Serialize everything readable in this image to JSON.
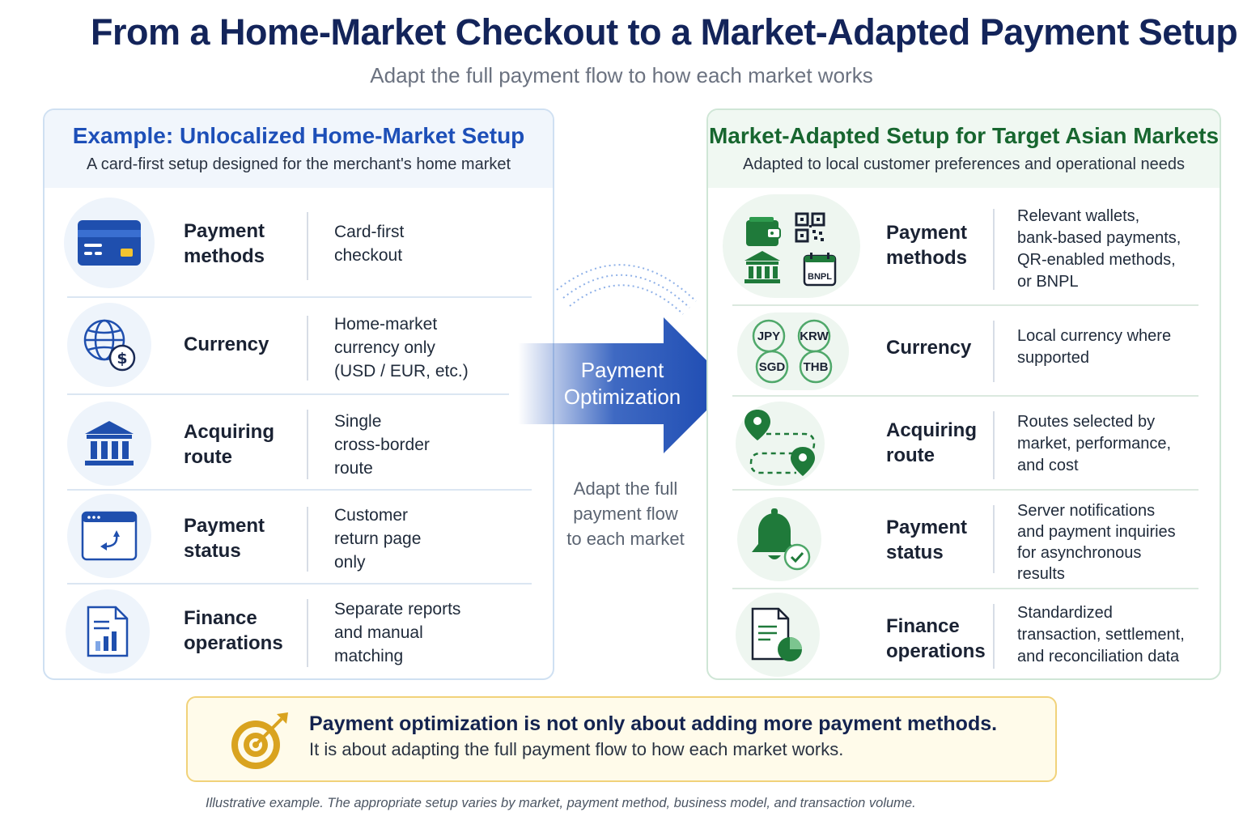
{
  "header": {
    "title": "From a Home-Market Checkout to a Market-Adapted Payment Setup",
    "subtitle": "Adapt the full payment flow to how each market works"
  },
  "left_panel": {
    "title": "Example: Unlocalized Home-Market Setup",
    "subtitle": "A card-first setup designed for the merchant's home market",
    "rows": [
      {
        "icon": "credit-card-icon",
        "label": [
          "Payment",
          "methods"
        ],
        "desc": [
          "Card-first",
          "checkout"
        ]
      },
      {
        "icon": "globe-dollar-icon",
        "label": [
          "Currency"
        ],
        "desc": [
          "Home-market",
          "currency only",
          "(USD / EUR, etc.)"
        ]
      },
      {
        "icon": "bank-icon",
        "label": [
          "Acquiring",
          "route"
        ],
        "desc": [
          "Single",
          "cross-border",
          "route"
        ]
      },
      {
        "icon": "browser-return-icon",
        "label": [
          "Payment",
          "status"
        ],
        "desc": [
          "Customer",
          "return page",
          "only"
        ]
      },
      {
        "icon": "report-chart-icon",
        "label": [
          "Finance",
          "operations"
        ],
        "desc": [
          "Separate reports",
          "and manual",
          "matching"
        ]
      }
    ]
  },
  "right_panel": {
    "title": "Market-Adapted Setup for Target Asian Markets",
    "subtitle": "Adapted to local customer preferences and operational needs",
    "rows": [
      {
        "icon": "wallet-qr-bank-bnpl-icon",
        "label": [
          "Payment",
          "methods"
        ],
        "desc": [
          "Relevant wallets,",
          "bank-based payments,",
          "QR-enabled methods,",
          "or BNPL"
        ]
      },
      {
        "icon": "currency-badges-icon",
        "label": [
          "Currency"
        ],
        "desc": [
          "Local currency where",
          "supported"
        ]
      },
      {
        "icon": "route-pins-icon",
        "label": [
          "Acquiring",
          "route"
        ],
        "desc": [
          "Routes selected by",
          "market, performance,",
          "and cost"
        ]
      },
      {
        "icon": "bell-check-icon",
        "label": [
          "Payment",
          "status"
        ],
        "desc": [
          "Server notifications",
          "and payment inquiries",
          "for asynchronous",
          "results"
        ]
      },
      {
        "icon": "document-pie-icon",
        "label": [
          "Finance",
          "operations"
        ],
        "desc": [
          "Standardized",
          "transaction, settlement,",
          "and reconciliation data"
        ]
      }
    ],
    "currency_badges": [
      "JPY",
      "KRW",
      "SGD",
      "THB"
    ],
    "bnpl_label": "BNPL"
  },
  "center": {
    "arrow_label": [
      "Payment",
      "Optimization"
    ],
    "note": [
      "Adapt the full",
      "payment flow",
      "to each market"
    ]
  },
  "callout": {
    "icon": "target-icon",
    "main": "Payment optimization is not only about adding more payment methods.",
    "sub": "It is about adapting the full payment flow to how each market works."
  },
  "footnote": "Illustrative example. The appropriate setup varies by market, payment method, business model, and transaction volume.",
  "colors": {
    "navy": "#13245a",
    "blue": "#1d4fb8",
    "green": "#17662f",
    "icon_blue": "#1f4fae",
    "icon_green": "#1f7a3a",
    "gold": "#d9a31f"
  }
}
